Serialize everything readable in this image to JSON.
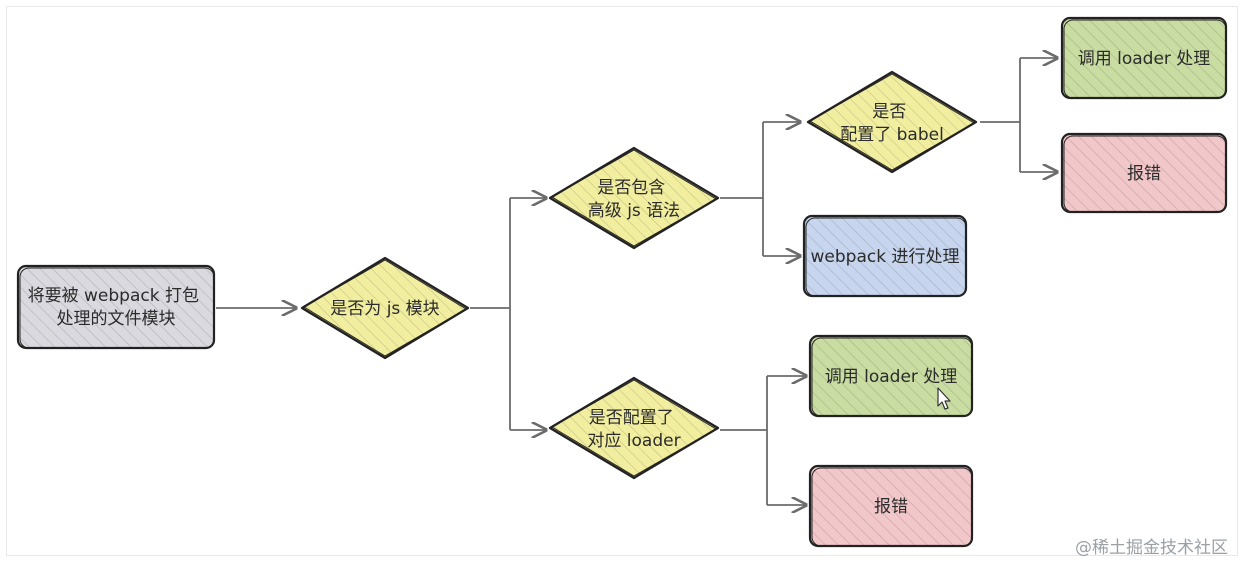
{
  "nodes": {
    "start": {
      "lines": [
        "将要被 webpack 打包",
        "处理的文件模块"
      ],
      "color": "#d9d9df"
    },
    "is_js": {
      "lines": [
        "是否为 js 模块"
      ],
      "color": "#f2eea0"
    },
    "has_advanced": {
      "lines": [
        "是否包含",
        "高级 js 语法"
      ],
      "color": "#f2eea0"
    },
    "has_babel": {
      "lines": [
        "是否",
        "配置了 babel"
      ],
      "color": "#f2eea0"
    },
    "call_loader_top": {
      "lines": [
        "调用 loader 处理"
      ],
      "color": "#c9dca2"
    },
    "error_top": {
      "lines": [
        "报错"
      ],
      "color": "#f1c7c9"
    },
    "webpack_handle": {
      "lines": [
        "webpack 进行处理"
      ],
      "color": "#c7d6ee"
    },
    "has_loader": {
      "lines": [
        "是否配置了",
        "对应 loader"
      ],
      "color": "#f2eea0"
    },
    "call_loader_bottom": {
      "lines": [
        "调用 loader 处理"
      ],
      "color": "#c9dca2"
    },
    "error_bottom": {
      "lines": [
        "报错"
      ],
      "color": "#f1c7c9"
    }
  },
  "watermark": "@稀土掘金技术社区",
  "stroke_color": "#222222",
  "connector_color": "#6b6b6b"
}
